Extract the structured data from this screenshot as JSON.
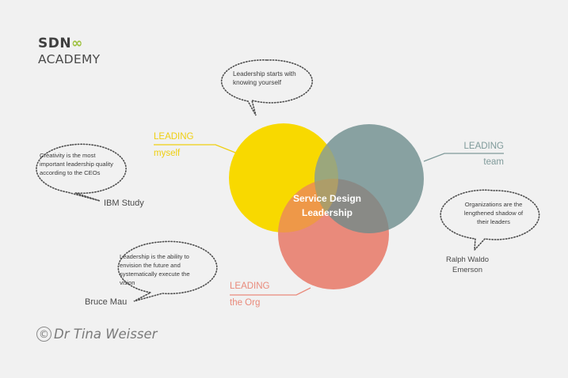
{
  "logo": {
    "name_part": "SDN",
    "symbol": "infinity-icon",
    "subtitle": "ACADEMY",
    "accent_color": "#9dc13d"
  },
  "center": {
    "line1": "Service Design",
    "line2": "Leadership"
  },
  "circles": [
    {
      "id": "myself",
      "label_top": "LEADING",
      "label_bottom": "myself",
      "color": "#f8d900",
      "label_color": "#efcf10"
    },
    {
      "id": "team",
      "label_top": "LEADING",
      "label_bottom": "team",
      "color": "#7f9a9a",
      "label_color": "#7f9a9a"
    },
    {
      "id": "org",
      "label_top": "LEADING",
      "label_bottom": "the Org",
      "color": "#e98a7b",
      "label_color": "#e98a7b"
    }
  ],
  "quotes": [
    {
      "id": "top",
      "lines": [
        "Leadership starts with",
        "knowing yourself"
      ],
      "author": ""
    },
    {
      "id": "ibm",
      "lines": [
        "Creativity is the most",
        "important leadership quality",
        "according to the CEOs"
      ],
      "author": "IBM Study"
    },
    {
      "id": "bruce",
      "lines": [
        "Leadership is the ability to",
        "envision the future and",
        "systematically execute the",
        "vision"
      ],
      "author": "Bruce Mau"
    },
    {
      "id": "ralph",
      "lines": [
        "Organizations are the",
        "lengthened shadow of",
        "their leaders"
      ],
      "author_lines": [
        "Ralph Waldo",
        "Emerson"
      ]
    }
  ],
  "copyright": {
    "symbol": "©",
    "text": "Dr Tina Weisser"
  }
}
